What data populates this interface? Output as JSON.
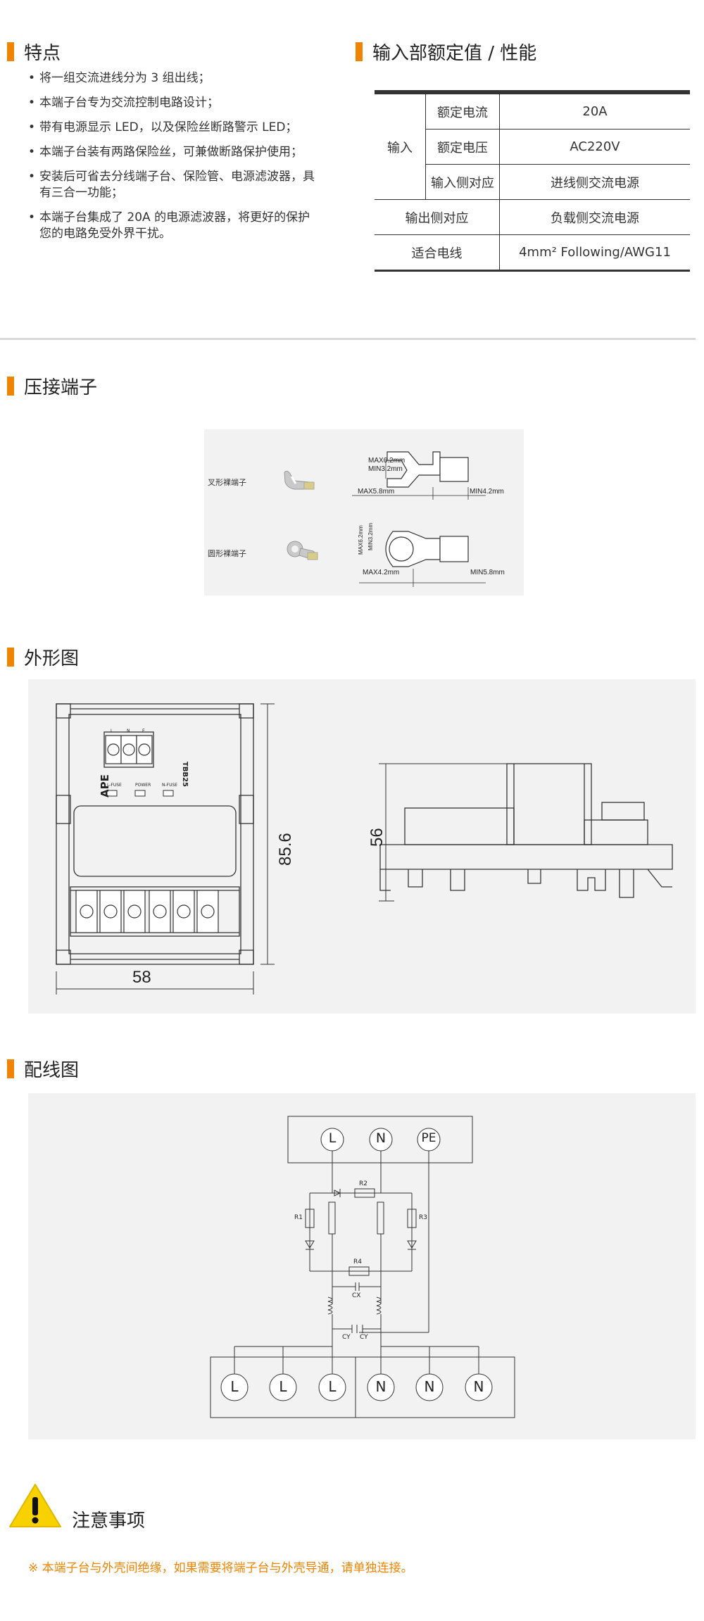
{
  "features": {
    "title": "特点",
    "items": [
      "将一组交流进线分为 3 组出线；",
      "本端子台专为交流控制电路设计；",
      "带有电源显示 LED，以及保险丝断路警示 LED；",
      "本端子台装有两路保险丝，可兼做断路保护使用；",
      "安装后可省去分线端子台、保险管、电源滤波器，具有三合一功能；",
      "本端子台集成了 20A 的电源滤波器，将更好的保护您的电路免受外界干扰。"
    ]
  },
  "specs": {
    "title": "输入部额定值 / 性能",
    "input_group": "输入",
    "rated_current_label": "额定电流",
    "rated_current_value": "20A",
    "rated_voltage_label": "额定电压",
    "rated_voltage_value": "AC220V",
    "input_side_label": "输入侧对应",
    "input_side_value": "进线侧交流电源",
    "output_side_label": "输出侧对应",
    "output_side_value": "负载侧交流电源",
    "wire_label": "适合电线",
    "wire_value": "4mm² Following/AWG11"
  },
  "crimp": {
    "title": "压接端子",
    "fork_label": "叉形裸端子",
    "ring_label": "圆形裸端子",
    "fork_dims": [
      "MAX6.2mm",
      "MIN3.2mm",
      "MAX5.8mm",
      "MIN4.2mm"
    ],
    "ring_dims": [
      "MAX6.2mm",
      "MIN3.2mm",
      "MAX4.2mm",
      "MIN5.8mm"
    ]
  },
  "outline": {
    "title": "外形图",
    "width_dim": "58",
    "height_dim": "85.6",
    "side_height_dim": "56",
    "brand": "APE",
    "model": "TBB25",
    "leds": [
      "L-FUSE",
      "POWER",
      "N-FUSE"
    ],
    "top_terminals": [
      "L",
      "N",
      "E"
    ]
  },
  "wiring": {
    "title": "配线图",
    "top_terminals": [
      "L",
      "N",
      "PE"
    ],
    "bottom_terminals": [
      "L",
      "L",
      "L",
      "N",
      "N",
      "N"
    ],
    "components": [
      "R1",
      "R2",
      "R3",
      "R4",
      "CX",
      "CY",
      "CY"
    ]
  },
  "notice": {
    "title": "注意事项",
    "text": "※ 本端子台与外壳间绝缘，如果需要将端子台与外壳导通，请单独连接。",
    "accent_color": "#f08300"
  }
}
